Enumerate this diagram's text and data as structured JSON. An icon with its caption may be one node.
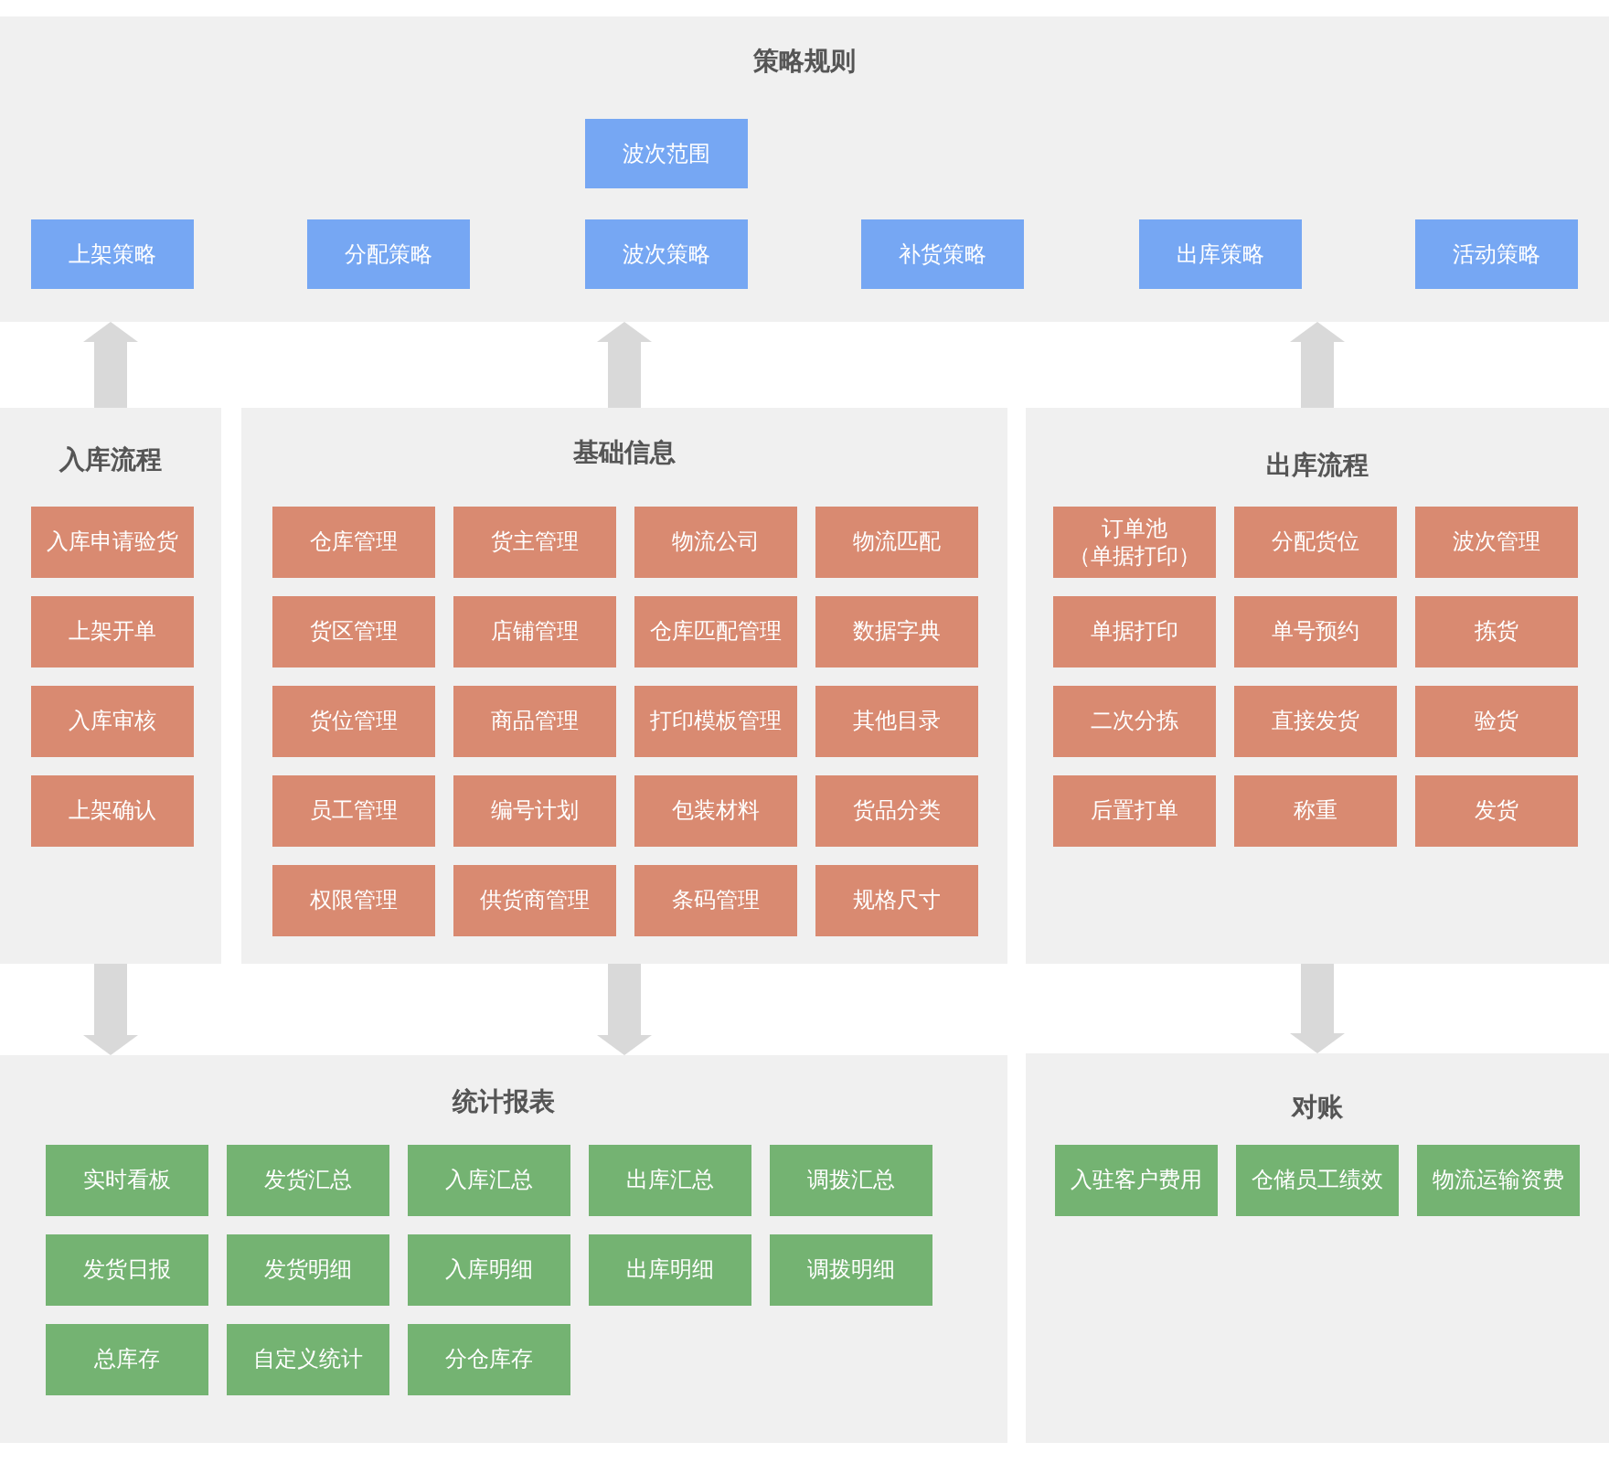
{
  "diagram": {
    "nodes": [
      {
        "text": [
          "策略规则"
        ]
      },
      {
        "text": [
          "波次范围"
        ],
        "in": 0
      },
      {
        "text": [
          "上架策略"
        ],
        "in": 0
      },
      {
        "text": [
          "分配策略"
        ],
        "in": 0
      },
      {
        "text": [
          "波次策略"
        ],
        "in": 0
      },
      {
        "text": [
          "补货策略"
        ],
        "in": 0
      },
      {
        "text": [
          "出库策略"
        ],
        "in": 0
      },
      {
        "text": [
          "活动策略"
        ],
        "in": 0
      },
      {
        "text": [
          "入库流程"
        ]
      },
      {
        "text": [
          "入库申请验货"
        ],
        "in": 8
      },
      {
        "text": [
          "上架开单"
        ],
        "in": 8
      },
      {
        "text": [
          "入库审核"
        ],
        "in": 8
      },
      {
        "text": [
          "上架确认"
        ],
        "in": 8
      },
      {
        "text": [
          "基础信息"
        ]
      },
      {
        "text": [
          "仓库管理"
        ],
        "in": 13
      },
      {
        "text": [
          "货主管理"
        ],
        "in": 13
      },
      {
        "text": [
          "物流公司"
        ],
        "in": 13
      },
      {
        "text": [
          "物流匹配"
        ],
        "in": 13
      },
      {
        "text": [
          "货区管理"
        ],
        "in": 13
      },
      {
        "text": [
          "店铺管理"
        ],
        "in": 13
      },
      {
        "text": [
          "仓库匹配管理"
        ],
        "in": 13
      },
      {
        "text": [
          "数据字典"
        ],
        "in": 13
      },
      {
        "text": [
          "货位管理"
        ],
        "in": 13
      },
      {
        "text": [
          "商品管理"
        ],
        "in": 13
      },
      {
        "text": [
          "打印模板管理"
        ],
        "in": 13
      },
      {
        "text": [
          "其他目录"
        ],
        "in": 13
      },
      {
        "text": [
          "员工管理"
        ],
        "in": 13
      },
      {
        "text": [
          "编号计划"
        ],
        "in": 13
      },
      {
        "text": [
          "包装材料"
        ],
        "in": 13
      },
      {
        "text": [
          "货品分类"
        ],
        "in": 13
      },
      {
        "text": [
          "权限管理"
        ],
        "in": 13
      },
      {
        "text": [
          "供货商管理"
        ],
        "in": 13
      },
      {
        "text": [
          "条码管理"
        ],
        "in": 13
      },
      {
        "text": [
          "规格尺寸"
        ],
        "in": 13
      },
      {
        "text": [
          "出库流程"
        ]
      },
      {
        "text": [
          "订单池（单据打印）"
        ],
        "in": 34
      },
      {
        "text": [
          "分配货位"
        ],
        "in": 34
      },
      {
        "text": [
          "波次管理"
        ],
        "in": 34
      },
      {
        "text": [
          "单据打印"
        ],
        "in": 34
      },
      {
        "text": [
          "单号预约"
        ],
        "in": 34
      },
      {
        "text": [
          "拣货"
        ],
        "in": 34
      },
      {
        "text": [
          "二次分拣"
        ],
        "in": 34
      },
      {
        "text": [
          "直接发货"
        ],
        "in": 34
      },
      {
        "text": [
          "验货"
        ],
        "in": 34
      },
      {
        "text": [
          "后置打单"
        ],
        "in": 34
      },
      {
        "text": [
          "称重"
        ],
        "in": 34
      },
      {
        "text": [
          "发货"
        ],
        "in": 34
      },
      {
        "text": [
          "统计报表"
        ]
      },
      {
        "text": [
          "实时看板"
        ],
        "in": 47
      },
      {
        "text": [
          "发货汇总"
        ],
        "in": 47
      },
      {
        "text": [
          "入库汇总"
        ],
        "in": 47
      },
      {
        "text": [
          "出库汇总"
        ],
        "in": 47
      },
      {
        "text": [
          "调拨汇总"
        ],
        "in": 47
      },
      {
        "text": [
          "发货日报"
        ],
        "in": 47
      },
      {
        "text": [
          "发货明细"
        ],
        "in": 47
      },
      {
        "text": [
          "入库明细"
        ],
        "in": 47
      },
      {
        "text": [
          "出库明细"
        ],
        "in": 47
      },
      {
        "text": [
          "调拨明细"
        ],
        "in": 47
      },
      {
        "text": [
          "总库存"
        ],
        "in": 47
      },
      {
        "text": [
          "自定义统计"
        ],
        "in": 47
      },
      {
        "text": [
          "分仓库存"
        ],
        "in": 47
      },
      {
        "text": [
          "对账"
        ]
      },
      {
        "text": [
          "入驻客户费用"
        ],
        "in": 61
      },
      {
        "text": [
          "仓储员工绩效"
        ],
        "in": 61
      },
      {
        "text": [
          "物流运输资费"
        ],
        "in": 61
      }
    ],
    "edges": [
      {
        "from": 8,
        "to": 0,
        "arrow": "to"
      },
      {
        "from": 13,
        "to": 0,
        "arrow": "to"
      },
      {
        "from": 34,
        "to": 0,
        "arrow": "to"
      },
      {
        "from": 8,
        "to": 47,
        "arrow": "to"
      },
      {
        "from": 13,
        "to": 47,
        "arrow": "to"
      },
      {
        "from": 34,
        "to": 61,
        "arrow": "to"
      }
    ]
  }
}
